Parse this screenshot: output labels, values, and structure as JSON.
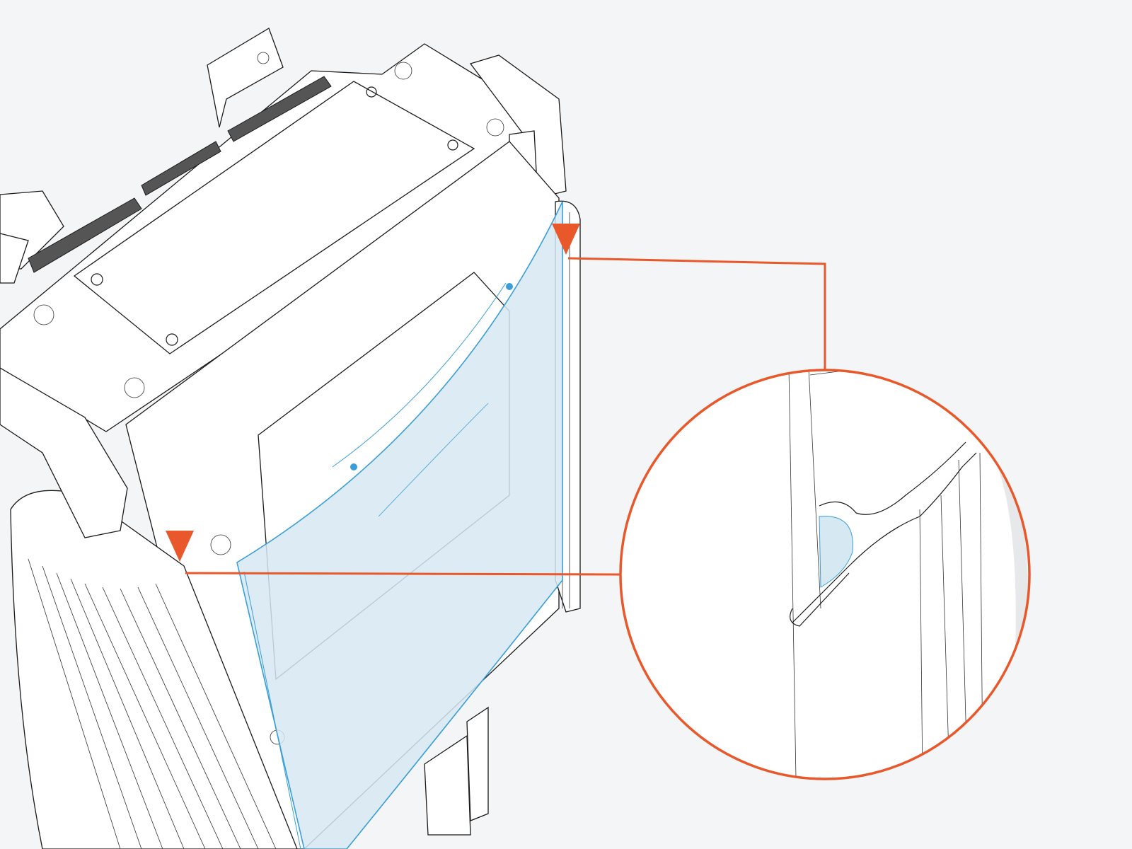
{
  "colors": {
    "background": "#f4f5f6",
    "accent_callout": "#e8582a",
    "panel_fill": "#d6e8f2",
    "panel_stroke": "#3a9fd6",
    "outline": "#1a1a1a"
  },
  "icons": {
    "marker_top": "triangle-down-marker",
    "marker_bottom": "triangle-down-marker",
    "detail_view": "circular-magnified-callout"
  }
}
